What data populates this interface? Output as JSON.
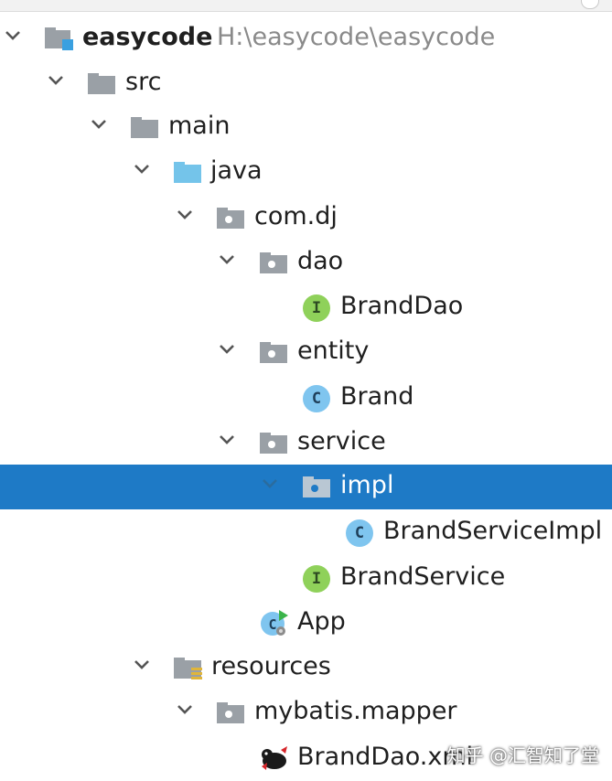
{
  "tree": {
    "root": {
      "label": "easycode",
      "path": "H:\\easycode\\easycode"
    },
    "src": "src",
    "main": "main",
    "java": "java",
    "com_dj": "com.dj",
    "dao": "dao",
    "brand_dao": {
      "label": "BrandDao",
      "kind": "I"
    },
    "entity": "entity",
    "brand": {
      "label": "Brand",
      "kind": "C"
    },
    "service": "service",
    "impl": "impl",
    "brand_service_impl": {
      "label": "BrandServiceImpl",
      "kind": "C"
    },
    "brand_service": {
      "label": "BrandService",
      "kind": "I"
    },
    "app": "App",
    "resources": "resources",
    "mybatis_mapper": "mybatis.mapper",
    "brand_dao_xml": "BrandDao.xml"
  },
  "watermark": "知乎 @汇智知了堂",
  "colors": {
    "selection": "#1e7ac6",
    "folder": "#9aa0a6",
    "source_folder": "#74c4ea",
    "interface_badge": "#8fd15a",
    "class_badge": "#7fc5ef"
  },
  "icons": {
    "chevron": "chevron-down-icon",
    "folder": "folder-icon",
    "package": "package-icon",
    "module": "module-icon",
    "resources": "resources-folder-icon",
    "interface": "interface-icon",
    "class": "class-icon",
    "app": "app-run-icon",
    "xml": "mybatis-xml-icon"
  }
}
